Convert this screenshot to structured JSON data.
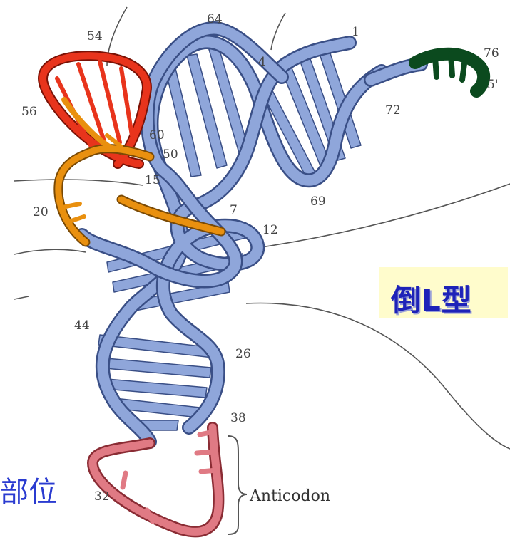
{
  "labels": {
    "n1": "1",
    "n4": "4",
    "n7": "7",
    "n12": "12",
    "n15": "15",
    "n20": "20",
    "n26": "26",
    "n32": "32",
    "n38": "38",
    "n44": "44",
    "n50": "50",
    "n54": "54",
    "n56": "56",
    "n60": "60",
    "n64": "64",
    "n69": "69",
    "n72": "72",
    "n76": "76",
    "five_prime": "5'",
    "anticodon": "Anticodon"
  },
  "caption": "倒L型",
  "side_text": "部位",
  "colors": {
    "backbone": "#8fa6da",
    "backbone_edge": "#3a4f86",
    "acceptor": "#0b4a1e",
    "t_loop": "#e8341c",
    "d_loop": "#e9900f",
    "anticodon_loop": "#e07a84",
    "caption_bg": "#fffccc",
    "caption_text": "#1e22b8"
  }
}
